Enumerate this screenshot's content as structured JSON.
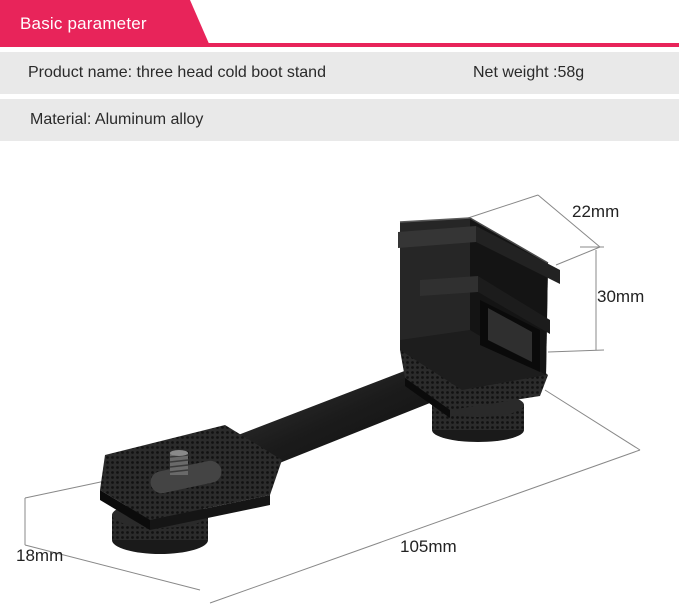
{
  "header": {
    "title": "Basic parameter"
  },
  "params": {
    "product_name": "Product name: three head cold boot stand",
    "net_weight": "Net weight :58g",
    "material": "Material: Aluminum alloy"
  },
  "dimensions": {
    "width_top": "22mm",
    "height": "30mm",
    "depth": "18mm",
    "length": "105mm"
  },
  "colors": {
    "accent": "#e8245a",
    "row_bg": "#e9e9e9",
    "product": "#1a1a1a"
  }
}
